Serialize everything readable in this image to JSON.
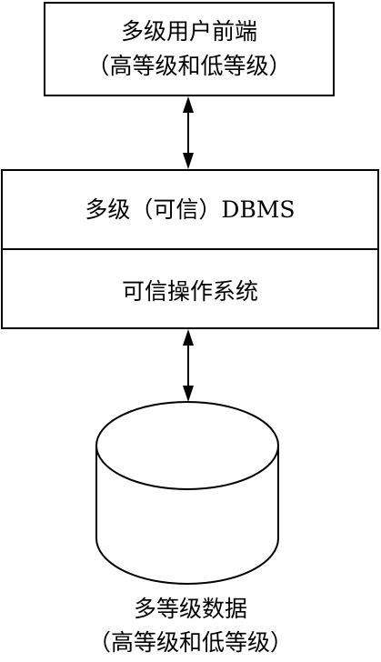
{
  "frontend": {
    "title": "多级用户前端",
    "subtitle": "（高等级和低等级）"
  },
  "system": {
    "dbms_label": "多级（可信）DBMS",
    "os_label": "可信操作系统"
  },
  "database": {
    "title": "多等级数据",
    "subtitle": "（高等级和低等级）"
  }
}
